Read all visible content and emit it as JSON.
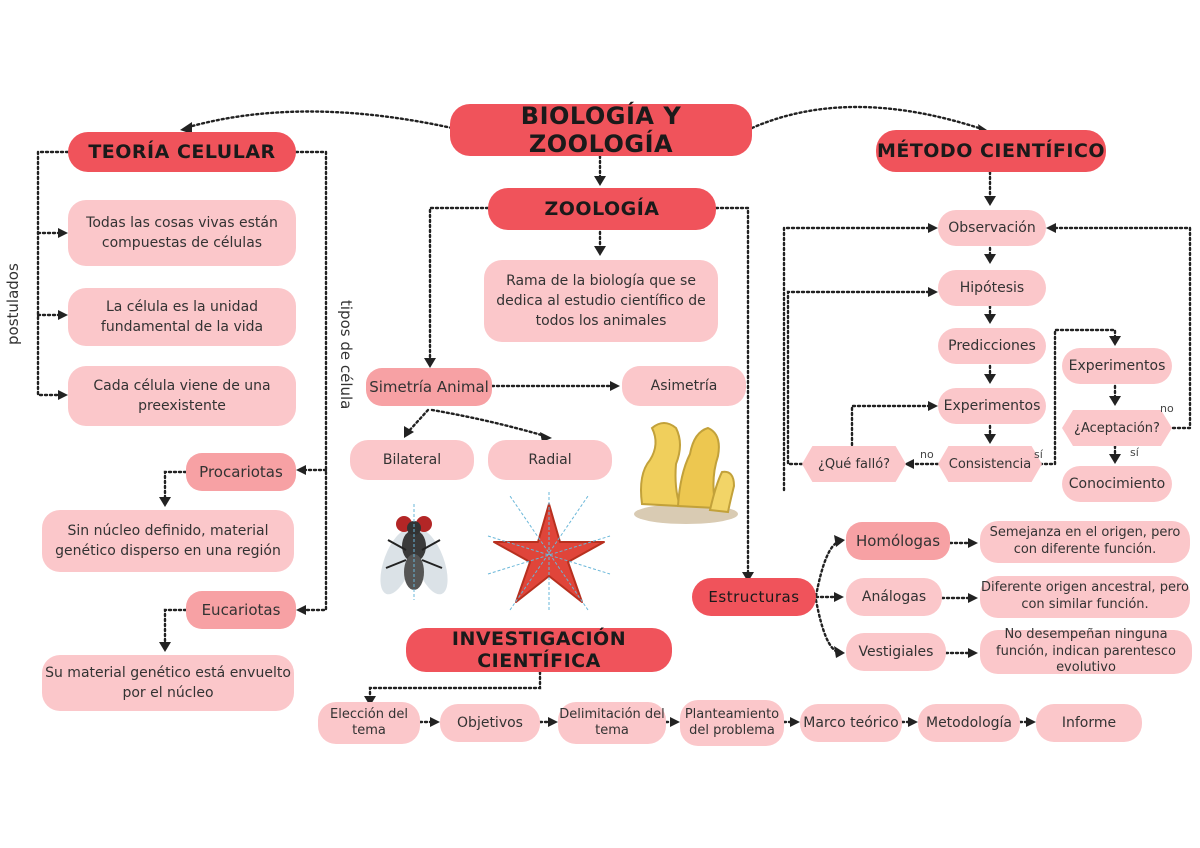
{
  "main_title": "BIOLOGÍA Y ZOOLOGÍA",
  "teoria": {
    "title": "TEORÍA CELULAR",
    "side_left": "postulados",
    "side_right": "tipos de célula",
    "postulados": [
      "Todas las cosas vivas están compuestas de células",
      "La célula es la unidad fundamental de la vida",
      "Cada célula viene de una preexistente"
    ],
    "procariotas": "Procariotas",
    "procariotas_desc": "Sin núcleo definido, material genético disperso en una región",
    "eucariotas": "Eucariotas",
    "eucariotas_desc": "Su material genético está envuelto por el núcleo"
  },
  "zoologia": {
    "title": "ZOOLOGÍA",
    "desc": "Rama de la biología que se dedica al estudio científico de todos los animales",
    "simetria": "Simetría Animal",
    "asimetria": "Asimetría",
    "bilateral": "Bilateral",
    "radial": "Radial",
    "estructuras": "Estructuras",
    "homologas": "Homólogas",
    "homologas_desc": "Semejanza en el origen, pero con diferente función.",
    "analogas": "Análogas",
    "analogas_desc": "Diferente origen ancestral, pero con similar función.",
    "vestigiales": "Vestigiales",
    "vestigiales_desc": "No desempeñan ninguna función, indican parentesco evolutivo"
  },
  "metodo": {
    "title": "MÉTODO CIENTÍFICO",
    "observacion": "Observación",
    "hipotesis": "Hipótesis",
    "predicciones": "Predicciones",
    "experimentos": "Experimentos",
    "consistencia": "Consistencia",
    "que_fallo": "¿Qué falló?",
    "experimentos2": "Experimentos",
    "aceptacion": "¿Aceptación?",
    "conocimiento": "Conocimiento",
    "no1": "no",
    "si1": "sí",
    "no2": "no",
    "si2": "sí"
  },
  "investigacion": {
    "title": "INVESTIGACIÓN CIENTÍFICA",
    "steps": [
      "Elección del tema",
      "Objetivos",
      "Delimitación del tema",
      "Planteamiento del problema",
      "Marco teórico",
      "Metodología",
      "Informe"
    ]
  },
  "colors": {
    "title": "#f0535b",
    "box": "#fbc7ca",
    "mid": "#f7a1a4"
  }
}
